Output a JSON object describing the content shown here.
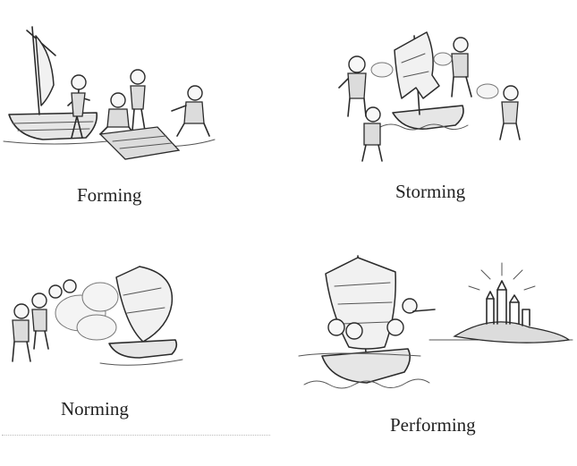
{
  "stages": [
    {
      "key": "forming",
      "label": "Forming"
    },
    {
      "key": "storming",
      "label": "Storming"
    },
    {
      "key": "norming",
      "label": "Norming"
    },
    {
      "key": "performing",
      "label": "Performing"
    }
  ]
}
